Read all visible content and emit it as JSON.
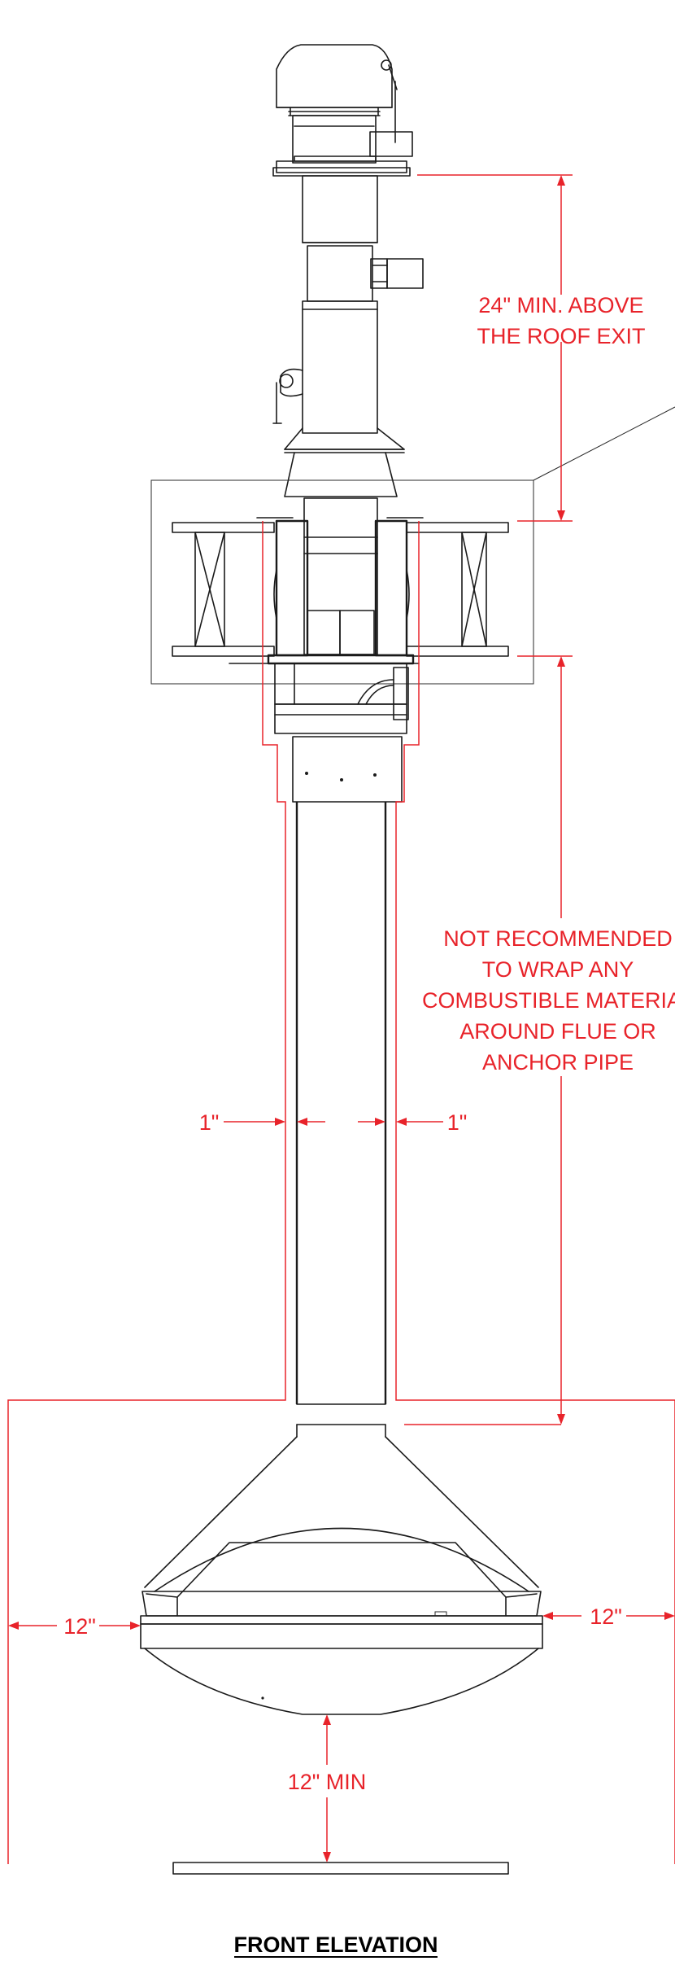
{
  "annotations": {
    "roof_clearance": [
      "24\" MIN. ABOVE",
      "THE ROOF EXIT"
    ],
    "wrap_warning": [
      "NOT RECOMMENDED",
      "TO WRAP ANY",
      "COMBUSTIBLE MATERIAL",
      "AROUND FLUE OR",
      "ANCHOR PIPE"
    ],
    "flue_gap_left": "1\"",
    "flue_gap_right": "1\"",
    "side_clearance_left": "12\"",
    "side_clearance_right": "12\"",
    "floor_clearance": "12\" MIN"
  },
  "title": "FRONT ELEVATION",
  "colors": {
    "dimension": "#e8232a",
    "line": "#1a1a1a"
  }
}
